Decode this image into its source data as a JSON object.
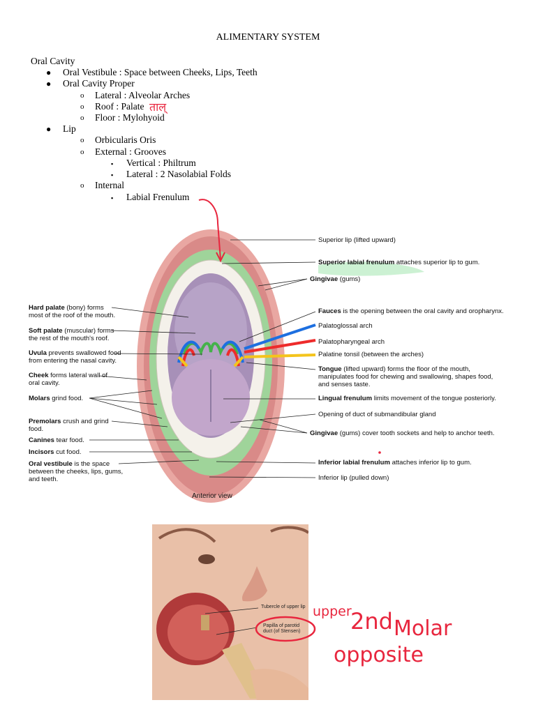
{
  "document": {
    "title": "ALIMENTARY SYSTEM"
  },
  "outline": {
    "oral_cavity": "Oral Cavity",
    "vestibule": "Oral Vestibule : Space between Cheeks, Lips, Teeth",
    "proper": "Oral Cavity Proper",
    "lateral": "Lateral : Alveolar Arches",
    "roof": "Roof : Palate",
    "floor": "Floor : Mylohyoid",
    "lip": "Lip",
    "orbicularis": "Orbicularis Oris",
    "external": "External : Grooves",
    "vertical": "Vertical : Philtrum",
    "lateral_folds": "Lateral : 2 Nasolabial Folds",
    "internal": "Internal",
    "frenulum": "Labial Frenulum"
  },
  "bullets": {
    "disc": "●",
    "circle": "o",
    "square": "▪"
  },
  "annotations": {
    "roof_note": "ताल्",
    "photo_note_upper": "upper",
    "photo_note_2nd": "2nd",
    "photo_note_molar": "Molar",
    "photo_note_opposite": "opposite"
  },
  "diagram": {
    "view": "Anterior view",
    "left": [
      {
        "b": "Hard palate",
        "t": " (bony) forms",
        "t2": "most of the roof of the mouth."
      },
      {
        "b": "Soft palate",
        "t": " (muscular) forms",
        "t2": "the rest of the mouth's roof."
      },
      {
        "b": "Uvula",
        "t": " prevents swallowed food",
        "t2": "from entering the nasal cavity."
      },
      {
        "b": "Cheek",
        "t": " forms lateral wall of",
        "t2": "oral cavity."
      },
      {
        "b": "Molars",
        "t": " grind food.",
        "t2": ""
      },
      {
        "b": "Premolars",
        "t": " crush and grind",
        "t2": "food."
      },
      {
        "b": "Canines",
        "t": " tear food.",
        "t2": ""
      },
      {
        "b": "Incisors",
        "t": " cut food.",
        "t2": ""
      },
      {
        "b": "Oral vestibule",
        "t": " is the space",
        "t2": "between the cheeks, lips, gums,",
        "t3": "and teeth."
      }
    ],
    "right": [
      {
        "b": "",
        "t": "Superior lip (lifted upward)"
      },
      {
        "b": "Superior labial frenulum",
        "t": " attaches superior lip to gum."
      },
      {
        "b": "Gingivae",
        "t": " (gums)"
      },
      {
        "b": "Fauces",
        "t": " is the opening between the oral cavity and oropharynx."
      },
      {
        "b": "",
        "t": "Palatoglossal arch"
      },
      {
        "b": "",
        "t": "Palatopharyngeal arch"
      },
      {
        "b": "",
        "t": "Palatine tonsil (between the arches)"
      },
      {
        "b": "Tongue",
        "t": " (lifted upward) forms the floor of the mouth,",
        "t2": "manipulates food for chewing and swallowing, shapes food,",
        "t3": "and senses taste."
      },
      {
        "b": "Lingual frenulum",
        "t": " limits movement of the tongue posteriorly."
      },
      {
        "b": "",
        "t": "Opening of duct of submandibular gland"
      },
      {
        "b": "Gingivae",
        "t": " (gums) cover tooth sockets and help to anchor teeth."
      },
      {
        "b": "Inferior labial frenulum",
        "t": " attaches inferior lip to gum."
      },
      {
        "b": "",
        "t": "Inferior lip (pulled down)"
      }
    ]
  },
  "photo": {
    "callout_tubercle": "Tubercle of upper lip",
    "callout_papilla_1": "Papilla of parotid",
    "callout_papilla_2": "duct (of Stensen)"
  }
}
